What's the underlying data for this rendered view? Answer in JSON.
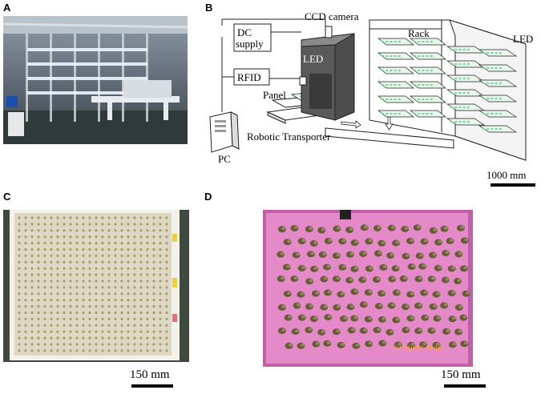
{
  "panels": {
    "a": {
      "label": "A"
    },
    "b": {
      "label": "B",
      "labels": {
        "ccd": "CCD camera",
        "dc": "DC",
        "supply": "supply",
        "led_chamber": "LED",
        "rfid": "RFID",
        "panel": "Panel",
        "rack": "Rack",
        "led_rack": "LED",
        "robot": "Robotic Transporter",
        "pc": "PC"
      },
      "scale": "1000 mm"
    },
    "c": {
      "label": "C",
      "scale": "150 mm"
    },
    "d": {
      "label": "D",
      "scale": "150 mm",
      "timestamp": "2013.10.20  10:16"
    }
  },
  "colors": {
    "chamber": "#5a5a5a",
    "seedling_green": "#7ed39a",
    "pink_panel": "#e58ac9",
    "tray": "#ddd7c4"
  }
}
